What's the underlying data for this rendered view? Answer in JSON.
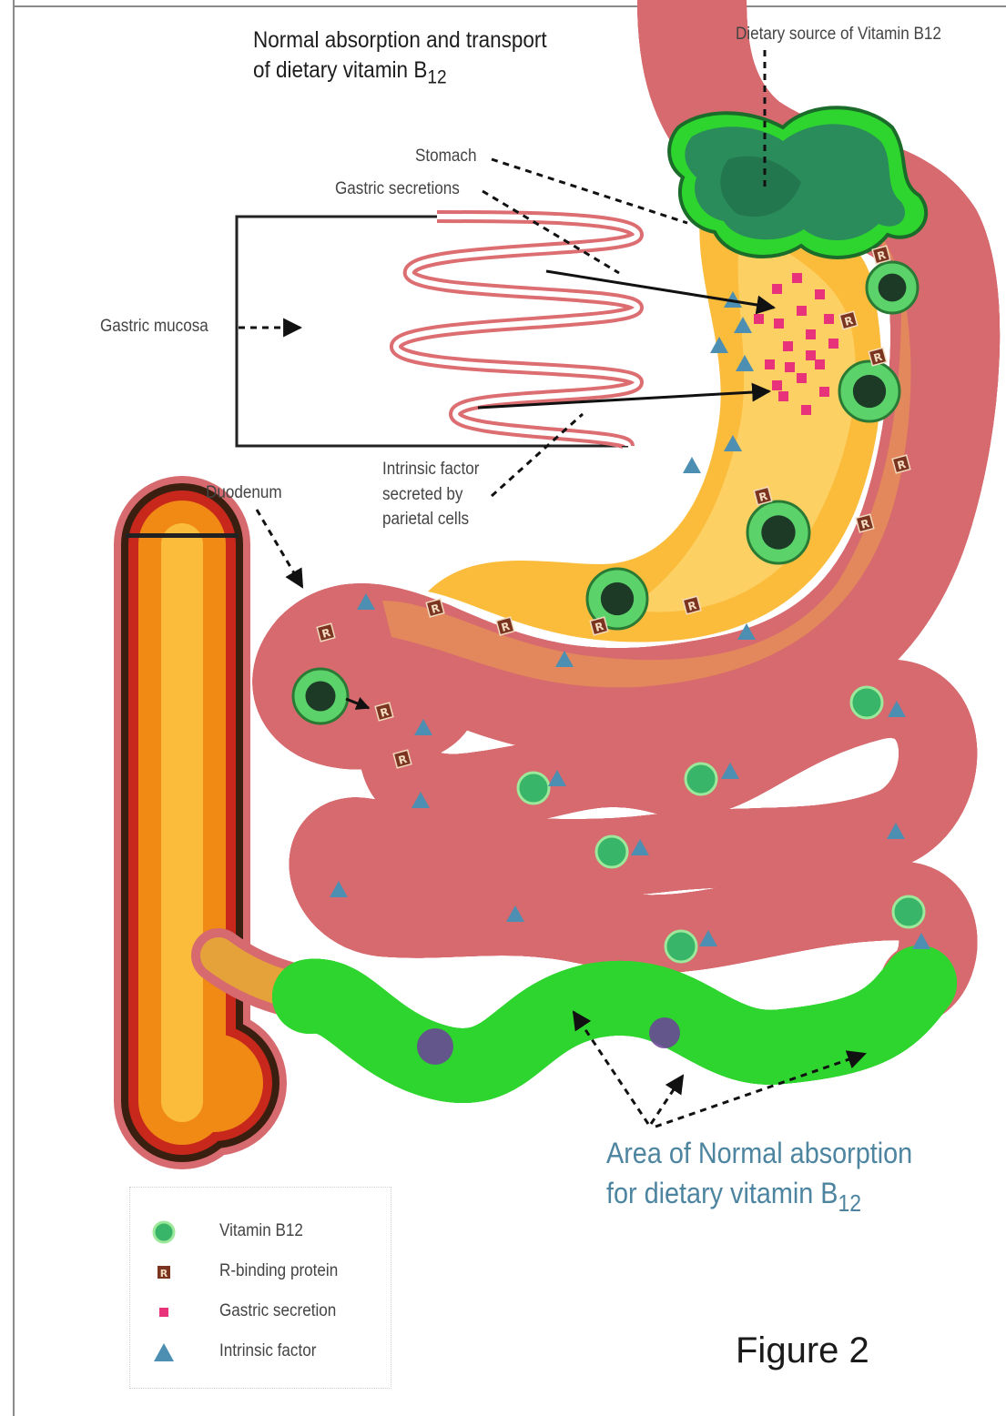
{
  "title": {
    "line1": "Normal absorption and transport",
    "line2_prefix": "of dietary vitamin B",
    "line2_sub": "12"
  },
  "labels": {
    "dietary_source": "Dietary source of Vitamin B12",
    "stomach": "Stomach",
    "gastric_secretions": "Gastric secretions",
    "gastric_mucosa": "Gastric mucosa",
    "intrinsic_factor": [
      "Intrinsic factor",
      "secreted by",
      "parietal cells"
    ],
    "duodenum": "Duodenum"
  },
  "absorption_note": {
    "line1": "Area of Normal absorption",
    "line2_prefix": "for dietary vitamin B",
    "line2_sub": "12"
  },
  "legend": {
    "items": [
      {
        "label": "Vitamin B12",
        "icon": "green-circle"
      },
      {
        "label": "R-binding protein",
        "icon": "r-square"
      },
      {
        "label": "Gastric secretion",
        "icon": "pink-square"
      },
      {
        "label": "Intrinsic factor",
        "icon": "blue-triangle"
      }
    ]
  },
  "r_glyph": "R",
  "figure_label": "Figure 2",
  "colors": {
    "outer_wall": "#d66a6e",
    "dark_wall": "#3a1e10",
    "red_band": "#c8281c",
    "orange": "#f08a14",
    "lumen": "#fbbc3c",
    "green_wall": "#2ed52e",
    "blue_lumen": "#29bde8",
    "vitamin_green": "#38b568",
    "gastric_pink": "#e8337a",
    "intrinsic_blue": "#4c8fb2",
    "mucosa": "#dc6e72"
  }
}
